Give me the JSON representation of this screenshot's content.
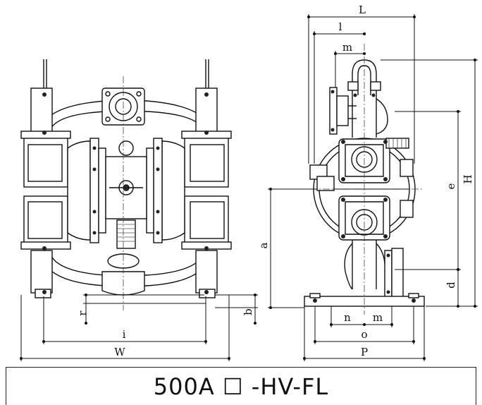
{
  "dimensions": {
    "W": "W",
    "i": "i",
    "r": "r",
    "b": "b",
    "L": "L",
    "l": "l",
    "m_top": "m",
    "H": "H",
    "e": "e",
    "a": "a",
    "d": "d",
    "n": "n",
    "m_bottom": "m",
    "o": "o",
    "P": "P"
  },
  "model": {
    "code": "500A ☐ -HV-FL"
  },
  "colors": {
    "line": "#111111",
    "shade": "#9a9a9a",
    "dark": "#333333"
  }
}
